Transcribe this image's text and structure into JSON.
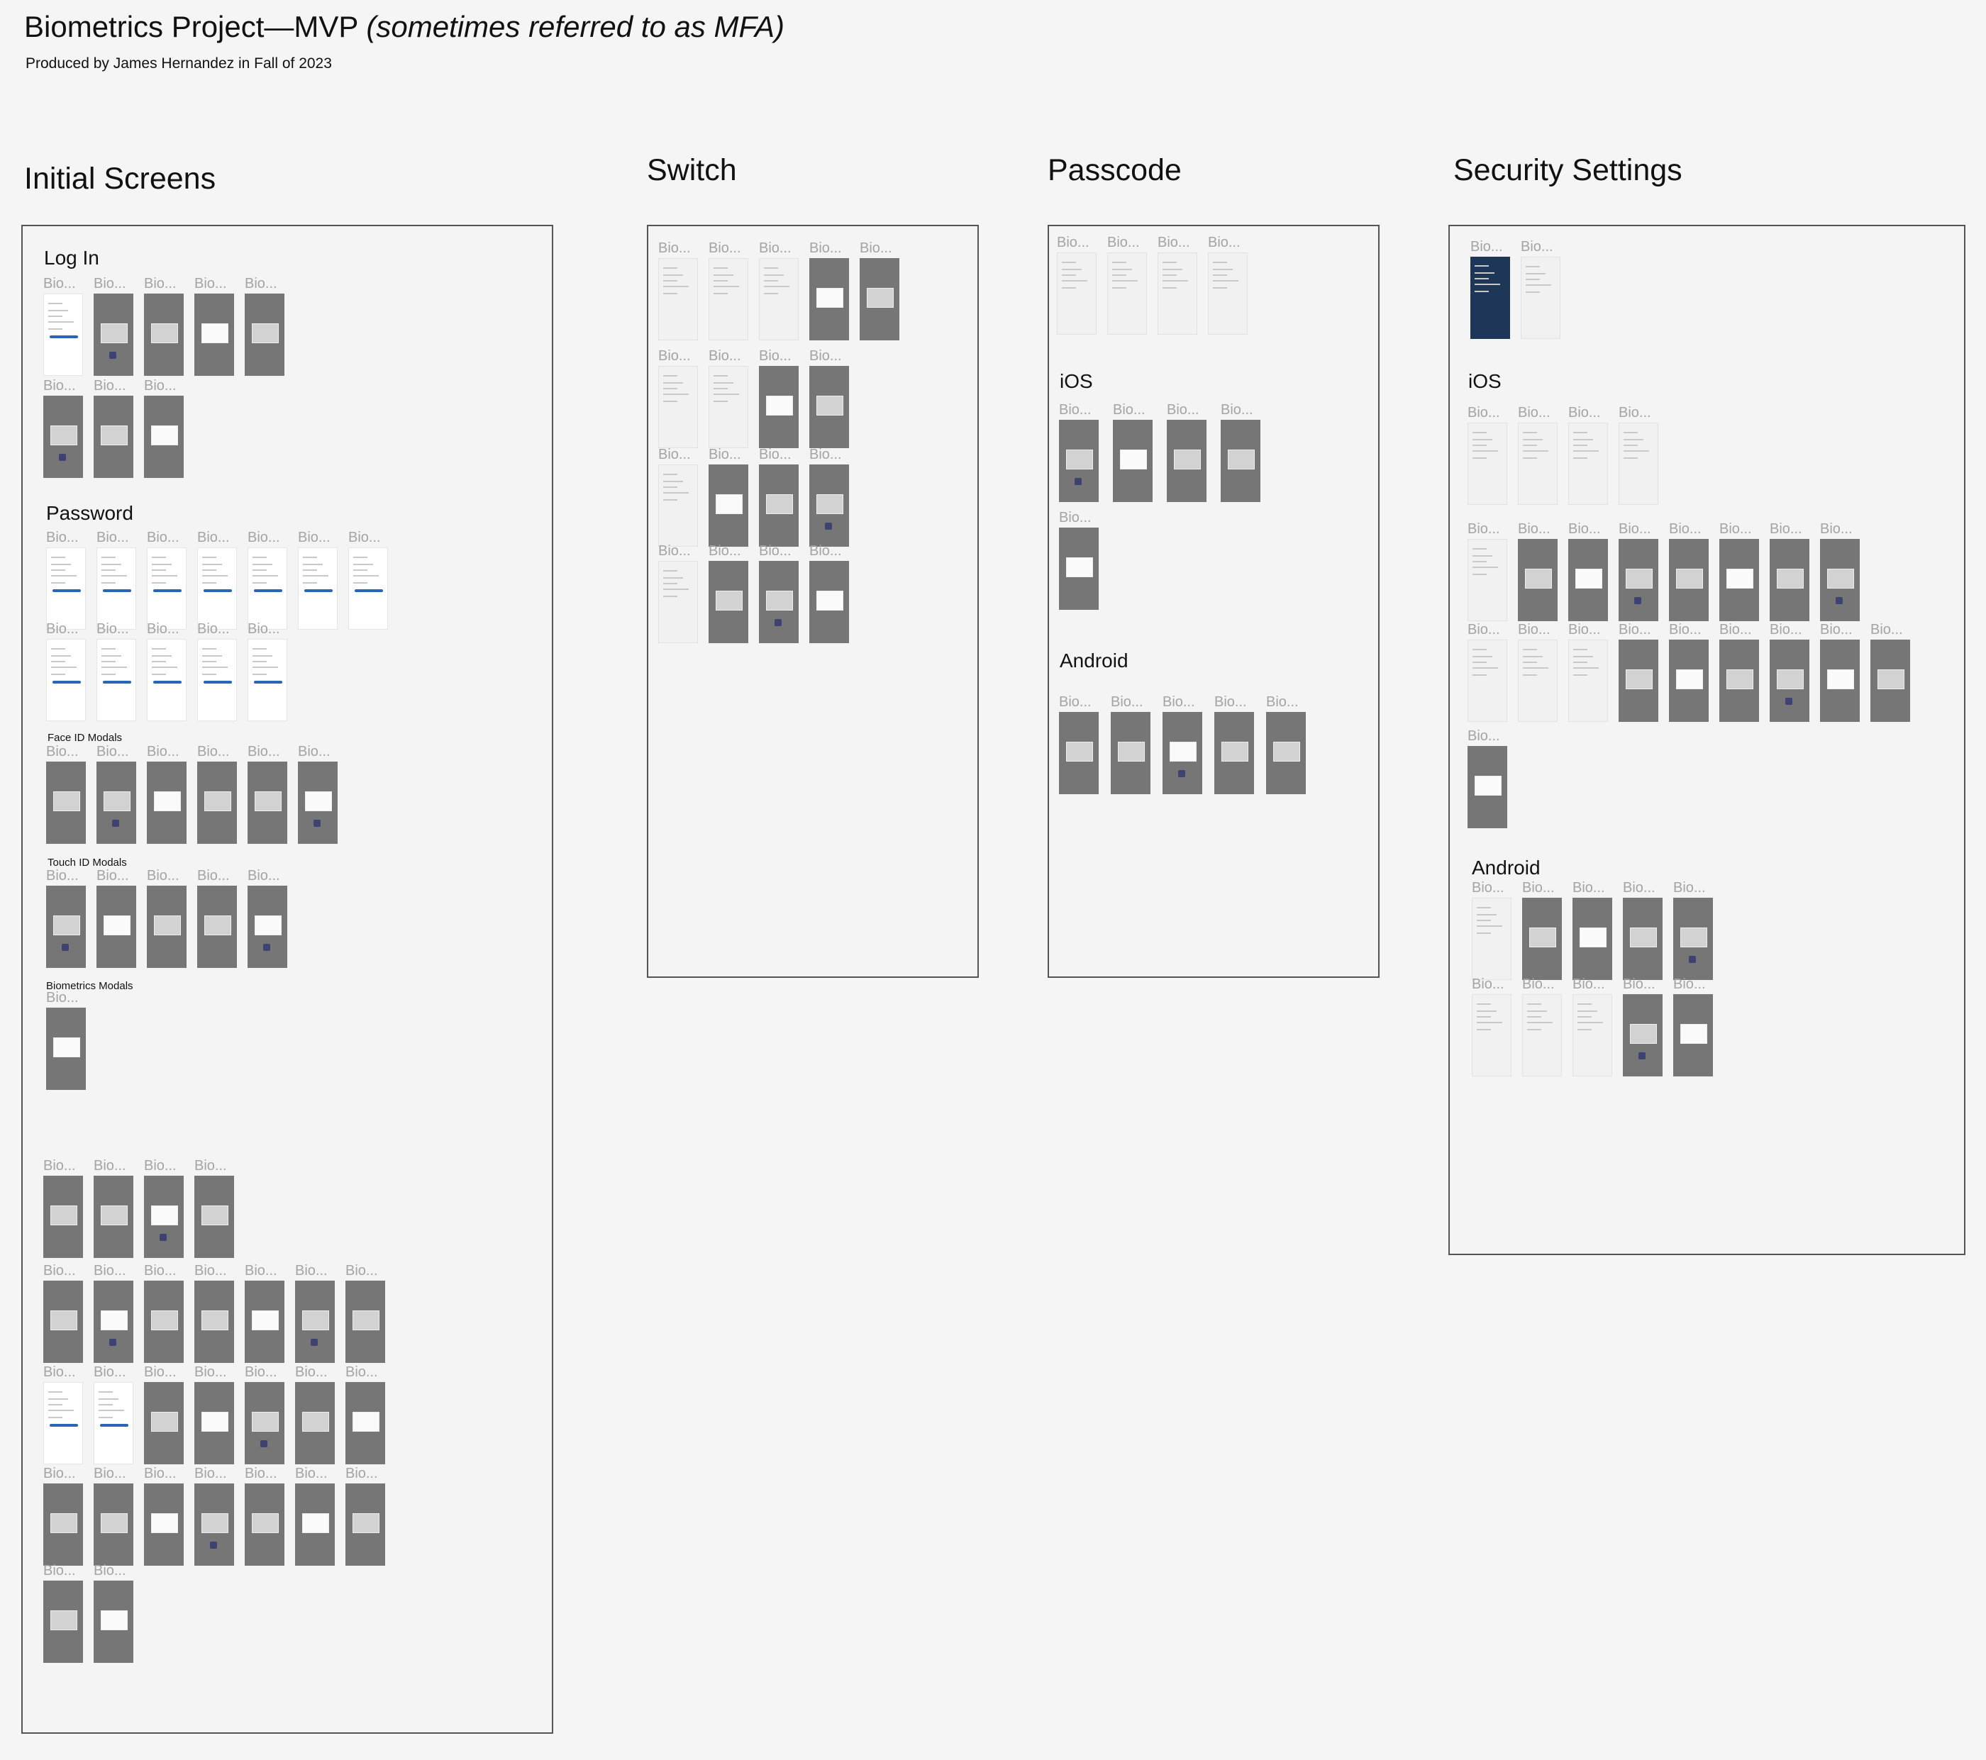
{
  "header": {
    "title": "Biometrics Project—MVP",
    "title_suffix": "(sometimes referred to as MFA)",
    "subtitle": "Produced by James Hernandez in Fall of 2023"
  },
  "thumb_caption": "Bio...",
  "sections": {
    "initial": {
      "title": "Initial Screens",
      "groups": {
        "login": "Log In",
        "password": "Password",
        "face_id": "Face ID Modals",
        "touch_id": "Touch ID Modals",
        "biometrics": "Biometrics Modals"
      }
    },
    "switch": {
      "title": "Switch"
    },
    "passcode": {
      "title": "Passcode",
      "groups": {
        "ios": "iOS",
        "android": "Android"
      }
    },
    "security": {
      "title": "Security Settings",
      "groups": {
        "ios": "iOS",
        "android": "Android"
      }
    }
  }
}
